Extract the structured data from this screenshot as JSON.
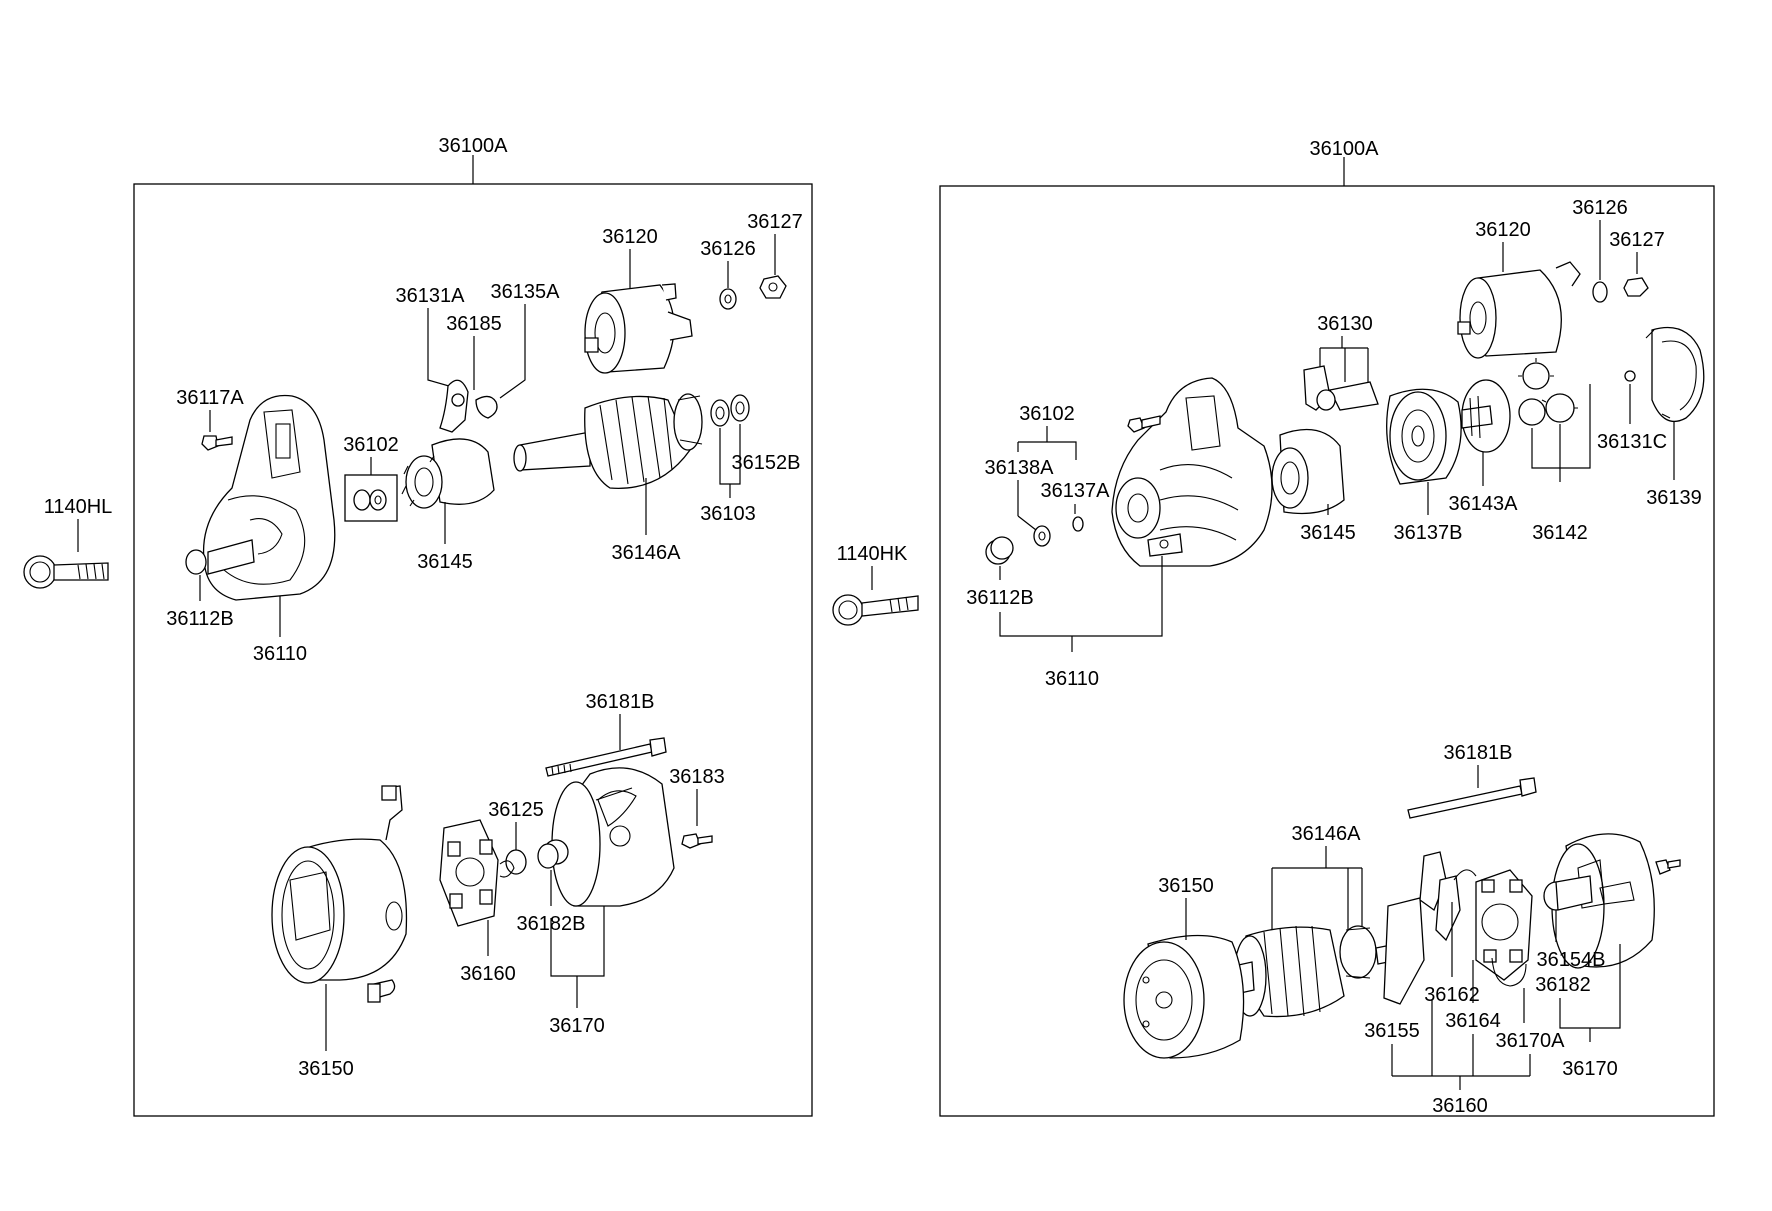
{
  "diagram": {
    "left_assembly": {
      "assembly_label": "36100A",
      "bolt_label": "1140HL",
      "labels": {
        "l_36120": "36120",
        "l_36127": "36127",
        "l_36126": "36126",
        "l_36131A": "36131A",
        "l_36135A": "36135A",
        "l_36185": "36185",
        "l_36117A": "36117A",
        "l_36102": "36102",
        "l_36152B": "36152B",
        "l_36103": "36103",
        "l_36145": "36145",
        "l_36146A": "36146A",
        "l_36112B": "36112B",
        "l_36110": "36110",
        "l_36181B": "36181B",
        "l_36183": "36183",
        "l_36125": "36125",
        "l_36182B": "36182B",
        "l_36160": "36160",
        "l_36170": "36170",
        "l_36150": "36150"
      }
    },
    "right_assembly": {
      "assembly_label": "36100A",
      "bolt_label": "1140HK",
      "labels": {
        "r_36120": "36120",
        "r_36126": "36126",
        "r_36127": "36127",
        "r_36130": "36130",
        "r_36102": "36102",
        "r_36138A": "36138A",
        "r_36137A": "36137A",
        "r_36145": "36145",
        "r_36137B": "36137B",
        "r_36143A": "36143A",
        "r_36142": "36142",
        "r_36131C": "36131C",
        "r_36139": "36139",
        "r_36112B": "36112B",
        "r_36110": "36110",
        "r_36181B": "36181B",
        "r_36146A": "36146A",
        "r_36150": "36150",
        "r_36162": "36162",
        "r_36155": "36155",
        "r_36164": "36164",
        "r_36170A": "36170A",
        "r_36154B": "36154B",
        "r_36182": "36182",
        "r_36170": "36170",
        "r_36160": "36160"
      }
    }
  }
}
